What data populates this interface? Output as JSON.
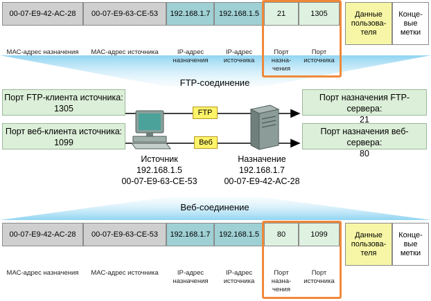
{
  "top_frame": {
    "cells": [
      "00-07-E9-42-AC-28",
      "00-07-E9-63-CE-53",
      "192.168.1.7",
      "192.168.1.5",
      "21",
      "1305",
      "Данные пользова-теля",
      "Конце-вые метки"
    ],
    "labels": [
      "МАС-адрес назначения",
      "МАС-адрес источника",
      "IP-адрес назначения",
      "IP-адрес источника",
      "Порт назна-чения",
      "Порт источника"
    ]
  },
  "bottom_frame": {
    "cells": [
      "00-07-E9-42-AC-28",
      "00-07-E9-63-CE-53",
      "192.168.1.7",
      "192.168.1.5",
      "80",
      "1099",
      "Данные пользова-теля",
      "Конце-вые метки"
    ],
    "labels": [
      "МАС-адрес назначения",
      "МАС-адрес источника",
      "IP-адрес назначения",
      "IP-адрес источника",
      "Порт назна-чения",
      "Порт источника"
    ]
  },
  "connections": {
    "ftp_title": "FTP-соединение",
    "web_title": "Веб-соединение",
    "ftp_tag": "FTP",
    "web_tag": "Веб"
  },
  "left_boxes": {
    "ftp_client_port": "Порт FTP-клиента источника:",
    "ftp_client_port_value": "1305",
    "web_client_port": "Порт веб-клиента источника:",
    "web_client_port_value": "1099"
  },
  "right_boxes": {
    "ftp_server_port": "Порт назначения FTP-сервера:",
    "ftp_server_port_value": "21",
    "web_server_port": "Порт назначения веб-сервера:",
    "web_server_port_value": "80"
  },
  "source": {
    "title": "Источник",
    "ip": "192.168.1.5",
    "mac": "00-07-E9-63-CE-53"
  },
  "destination": {
    "title": "Назначение",
    "ip": "192.168.1.7",
    "mac": "00-07-E9-42-AC-28"
  },
  "colors": {
    "mac_fill": "#cfcfcf",
    "ip_fill": "#9fd0d4",
    "port_fill": "#dff2e1",
    "data_fill": "#f7f6a6",
    "highlight": "#f0883a",
    "box_fill": "#dcefd8",
    "tag_fill": "#fff36a",
    "glow": "#6fc6ea"
  }
}
